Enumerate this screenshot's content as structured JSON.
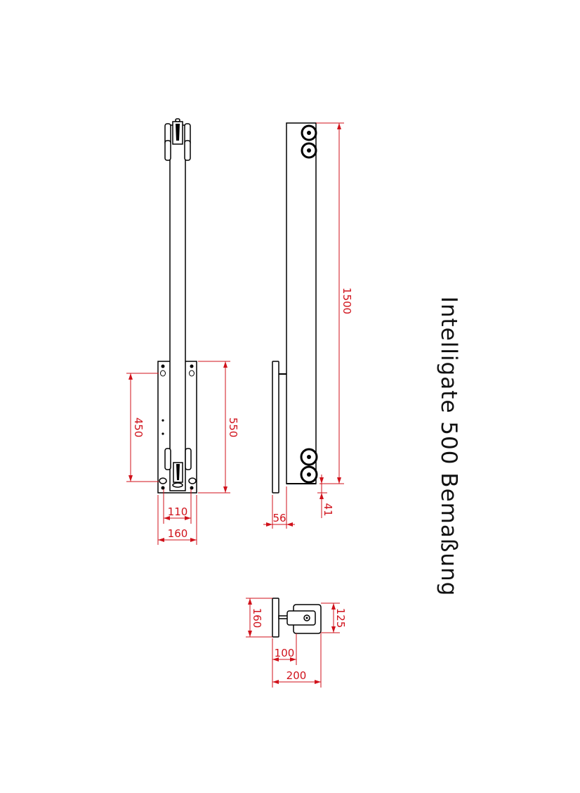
{
  "title": "Intelligate 500 Bemaßung",
  "colors": {
    "dimension": "#d0121b",
    "line": "#000000"
  },
  "front_view": {
    "dim_450": "450",
    "dim_550": "550",
    "dim_110": "110",
    "dim_160": "160"
  },
  "side_view": {
    "dim_1500": "1500",
    "dim_56": "56",
    "dim_41": "41"
  },
  "top_view": {
    "dim_160": "160",
    "dim_125": "125",
    "dim_100": "100",
    "dim_200": "200"
  }
}
